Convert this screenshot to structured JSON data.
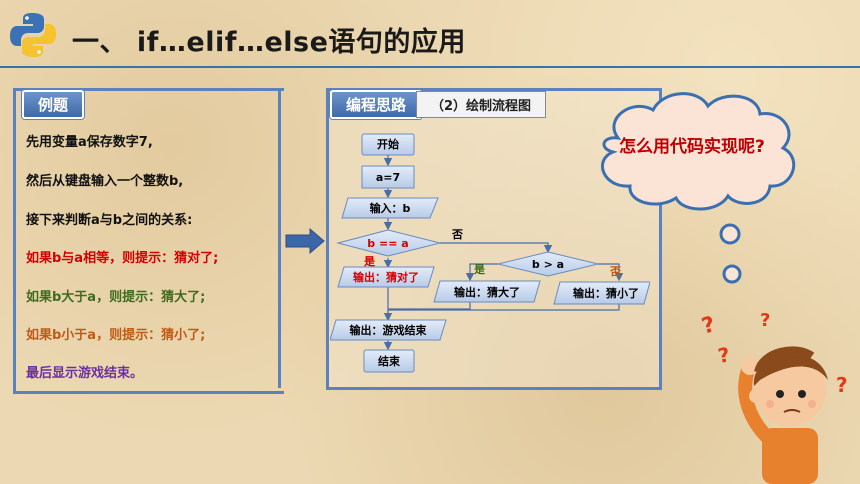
{
  "header": {
    "title": "一、 if…elif…else语句的应用"
  },
  "example": {
    "tag": "例题",
    "lines": [
      {
        "text": "先用变量a保存数字7,",
        "color": "#111111"
      },
      {
        "text": "然后从键盘输入一个整数b,",
        "color": "#111111"
      },
      {
        "text": "接下来判断a与b之间的关系:",
        "color": "#111111"
      },
      {
        "text": "如果b与a相等，则提示：猜对了;",
        "color": "#d40000"
      },
      {
        "text": "如果b大于a，则提示：猜大了;",
        "color": "#3f6b1e"
      },
      {
        "text": "如果b小于a，则提示：猜小了;",
        "color": "#c05a14"
      },
      {
        "text": "最后显示游戏结束。",
        "color": "#6a2fa0"
      }
    ]
  },
  "idea": {
    "tag": "编程思路",
    "subtitle": "（2）绘制流程图"
  },
  "flowchart": {
    "start": "开始",
    "assign": "a=7",
    "input": "输入：b",
    "cond1": "b == a",
    "cond2": "b > a",
    "out_equal": "输出：猜对了",
    "out_big": "输出：猜大了",
    "out_small": "输出：猜小了",
    "out_end": "输出：游戏结束",
    "end": "结束",
    "yes1": "是",
    "no1": "否",
    "yes2": "是",
    "no2": "否"
  },
  "cloud": {
    "text": "怎么用代码实现呢?"
  },
  "colors": {
    "accent": "#5b82bf",
    "box_fill": "#c8d8ef",
    "red": "#d40000"
  }
}
